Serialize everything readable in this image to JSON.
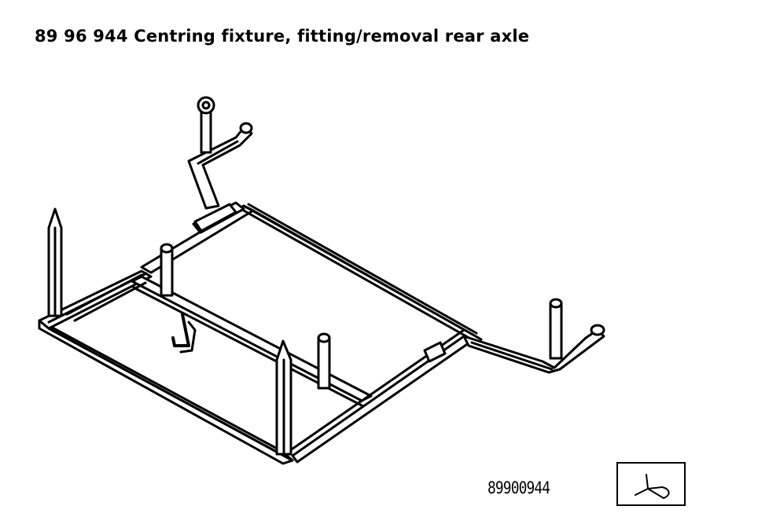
{
  "title": "89 96 944 Centring fixture, fitting/removal rear axle",
  "part_code": "89900944",
  "drawing": {
    "subject": "rear axle centring fixture frame",
    "icons": [
      "orientation-symbol-icon"
    ]
  },
  "colors": {
    "ink": "#000000",
    "paper": "#ffffff"
  }
}
